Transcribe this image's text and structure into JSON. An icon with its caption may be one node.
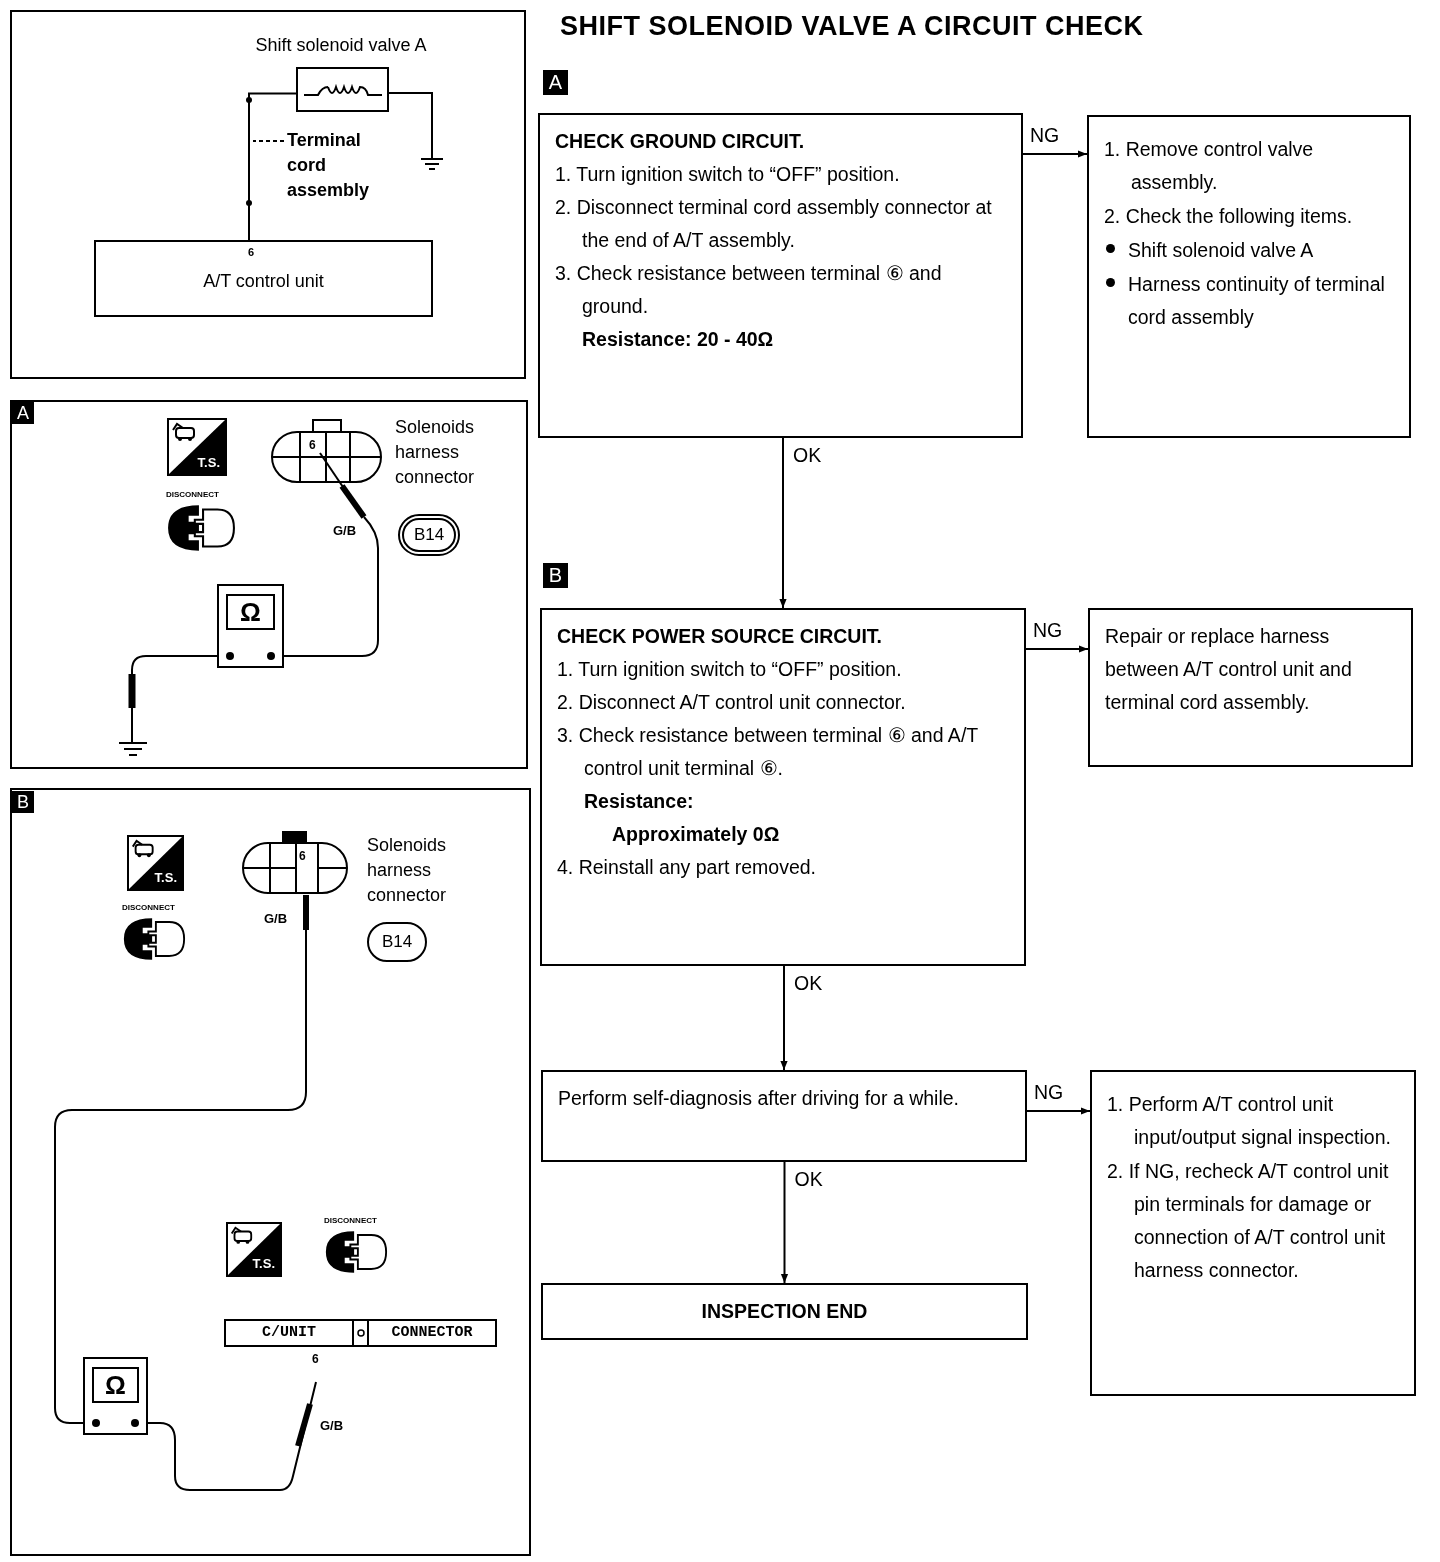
{
  "diagram": {
    "title": "SHIFT SOLENOID VALVE A CIRCUIT CHECK",
    "nodes": [
      {
        "text": [
          "CHECK GROUND CIRCUIT.",
          "1. Turn ignition switch to “OFF” position.",
          "2. Disconnect terminal cord assembly connector at the end of A/T assembly.",
          "3. Check resistance between terminal ⑥ and ground.",
          "Resistance: 20 - 40Ω"
        ]
      },
      {
        "text": [
          "1. Remove control valve assembly.",
          "2. Check the following items.",
          "Shift solenoid valve A",
          "Harness continuity of terminal cord assembly"
        ]
      },
      {
        "text": [
          "CHECK POWER SOURCE CIRCUIT.",
          "1. Turn ignition switch to “OFF” position.",
          "2. Disconnect A/T control unit connector.",
          "3. Check resistance between terminal ⑥ and A/T control unit terminal ⑥.",
          "Resistance:",
          "Approximately 0Ω",
          "4. Reinstall any part removed."
        ]
      },
      {
        "text": [
          "Repair or replace harness between A/T control unit and terminal cord assembly."
        ]
      },
      {
        "text": [
          "Perform self-diagnosis after driving for a while."
        ]
      },
      {
        "text": [
          "1. Perform A/T control unit input/output signal inspection.",
          "2. If NG, recheck A/T control unit pin terminals for damage or connection of A/T control unit harness connector."
        ]
      },
      {
        "text": [
          "INSPECTION END"
        ]
      },
      {
        "text": [
          "Shift solenoid valve A"
        ]
      },
      {
        "text": [
          "6",
          "A/T control unit"
        ]
      },
      {
        "text": [
          "Terminal cord assembly"
        ]
      }
    ],
    "edges": [
      {
        "from": 0,
        "to": 1,
        "label": "NG",
        "arrow": "to"
      },
      {
        "from": 0,
        "to": 2,
        "label": "OK",
        "arrow": "to"
      },
      {
        "from": 2,
        "to": 3,
        "label": "NG",
        "arrow": "to"
      },
      {
        "from": 2,
        "to": 4,
        "label": "OK",
        "arrow": "to"
      },
      {
        "from": 4,
        "to": 5,
        "label": "NG",
        "arrow": "to"
      },
      {
        "from": 4,
        "to": 6,
        "label": "OK",
        "arrow": "to"
      },
      {
        "from": 7,
        "to": 8,
        "arrow": "none"
      },
      {
        "from": 9,
        "to": null,
        "arrow": "none",
        "style": "dashed"
      }
    ],
    "labels": [
      "A",
      "B",
      "A",
      "T.S.",
      "DISCONNECT",
      "6",
      "Solenoids harness connector",
      "G/B",
      "B14",
      "Ω",
      "B",
      "T.S.",
      "DISCONNECT",
      "6",
      "Solenoids harness connector",
      "G/B",
      "B14",
      "T.S.",
      "DISCONNECT",
      "C/UNIT",
      "CONNECTOR",
      "6",
      "Ω",
      "G/B"
    ]
  }
}
